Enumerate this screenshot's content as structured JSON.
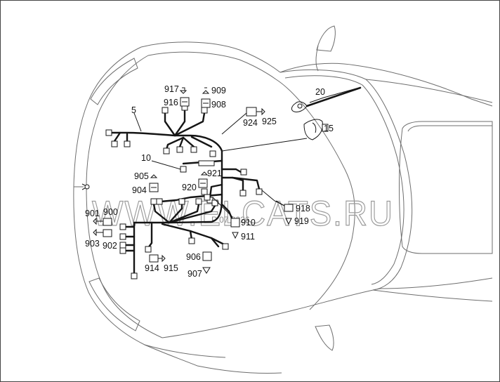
{
  "watermark": {
    "main": "WWW.ELCATS.RU",
    "code": "P 07 3026"
  },
  "labels": [
    {
      "key": "l5",
      "text": "5"
    },
    {
      "key": "l10",
      "text": "10"
    },
    {
      "key": "l15",
      "text": "15"
    },
    {
      "key": "l20",
      "text": "20"
    },
    {
      "key": "l900",
      "text": "900"
    },
    {
      "key": "l901",
      "text": "901"
    },
    {
      "key": "l902",
      "text": "902"
    },
    {
      "key": "l903",
      "text": "903"
    },
    {
      "key": "l904",
      "text": "904"
    },
    {
      "key": "l905",
      "text": "905"
    },
    {
      "key": "l906",
      "text": "906"
    },
    {
      "key": "l907",
      "text": "907"
    },
    {
      "key": "l908",
      "text": "908"
    },
    {
      "key": "l909",
      "text": "909"
    },
    {
      "key": "l910",
      "text": "910"
    },
    {
      "key": "l911",
      "text": "911"
    },
    {
      "key": "l914",
      "text": "914"
    },
    {
      "key": "l915",
      "text": "915"
    },
    {
      "key": "l916",
      "text": "916"
    },
    {
      "key": "l917",
      "text": "917"
    },
    {
      "key": "l918",
      "text": "918"
    },
    {
      "key": "l919",
      "text": "919"
    },
    {
      "key": "l920",
      "text": "920"
    },
    {
      "key": "l921",
      "text": "921"
    },
    {
      "key": "l924",
      "text": "924"
    },
    {
      "key": "l925",
      "text": "925"
    }
  ]
}
